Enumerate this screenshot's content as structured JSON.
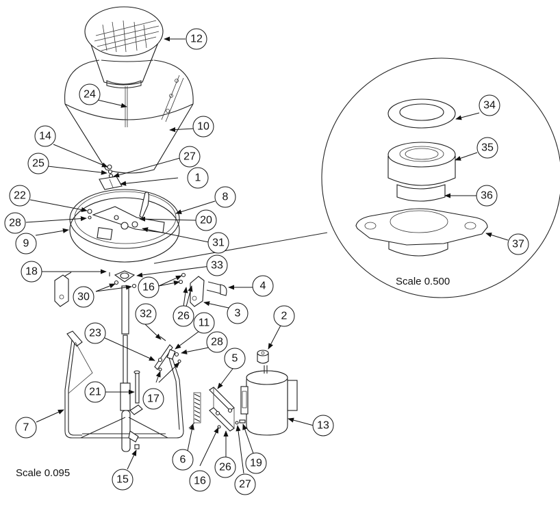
{
  "diagram": {
    "type": "exploded-parts-view",
    "scale_labels": {
      "main": "Scale 0.095",
      "detail": "Scale 0.500"
    },
    "callouts": [
      {
        "id": "c12",
        "label": "12"
      },
      {
        "id": "c24",
        "label": "24"
      },
      {
        "id": "c10",
        "label": "10"
      },
      {
        "id": "c14",
        "label": "14"
      },
      {
        "id": "c25",
        "label": "25"
      },
      {
        "id": "c27a",
        "label": "27"
      },
      {
        "id": "c1",
        "label": "1"
      },
      {
        "id": "c22",
        "label": "22"
      },
      {
        "id": "c8",
        "label": "8"
      },
      {
        "id": "c28a",
        "label": "28"
      },
      {
        "id": "c20",
        "label": "20"
      },
      {
        "id": "c9",
        "label": "9"
      },
      {
        "id": "c31",
        "label": "31"
      },
      {
        "id": "c18",
        "label": "18"
      },
      {
        "id": "c33",
        "label": "33"
      },
      {
        "id": "c30",
        "label": "30"
      },
      {
        "id": "c16a",
        "label": "16"
      },
      {
        "id": "c4",
        "label": "4"
      },
      {
        "id": "c26a",
        "label": "26"
      },
      {
        "id": "c3",
        "label": "3"
      },
      {
        "id": "c32",
        "label": "32"
      },
      {
        "id": "c11",
        "label": "11"
      },
      {
        "id": "c2",
        "label": "2"
      },
      {
        "id": "c23",
        "label": "23"
      },
      {
        "id": "c28b",
        "label": "28"
      },
      {
        "id": "c5",
        "label": "5"
      },
      {
        "id": "c21",
        "label": "21"
      },
      {
        "id": "c17",
        "label": "17"
      },
      {
        "id": "c7",
        "label": "7"
      },
      {
        "id": "c13",
        "label": "13"
      },
      {
        "id": "c6",
        "label": "6"
      },
      {
        "id": "c16b",
        "label": "16"
      },
      {
        "id": "c26b",
        "label": "26"
      },
      {
        "id": "c27b",
        "label": "27"
      },
      {
        "id": "c19",
        "label": "19"
      },
      {
        "id": "c15",
        "label": "15"
      },
      {
        "id": "c34",
        "label": "34"
      },
      {
        "id": "c35",
        "label": "35"
      },
      {
        "id": "c36",
        "label": "36"
      },
      {
        "id": "c37",
        "label": "37"
      }
    ]
  }
}
